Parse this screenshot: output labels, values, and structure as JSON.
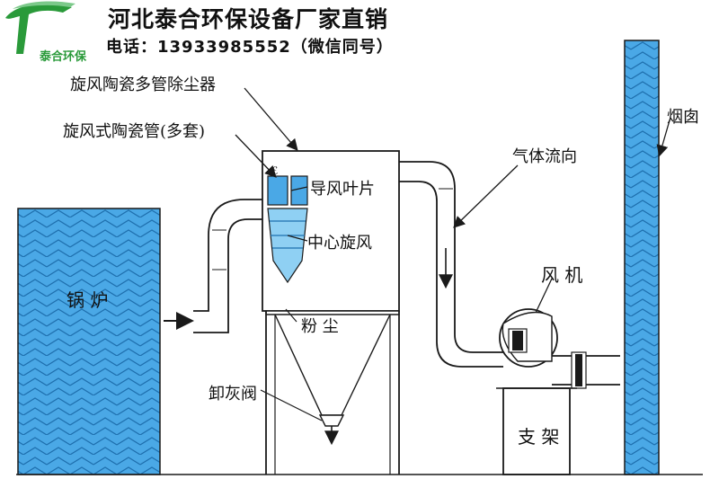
{
  "header": {
    "logo_text": "泰合环保",
    "company_title": "河北泰合环保设备厂家直销",
    "phone_line": "电话：13933985552（微信同号）"
  },
  "labels": {
    "multi_tube_collector": "旋风陶瓷多管除尘器",
    "ceramic_tubes": "旋风式陶瓷管(多套)",
    "guide_vane": "导风叶片",
    "center_cyclone": "中心旋风",
    "dust": "粉 尘",
    "ash_valve": "卸灰阀",
    "boiler": "锅 炉",
    "gas_flow": "气体流向",
    "fan": "风 机",
    "chimney": "烟囱",
    "stand": "支 架"
  },
  "colors": {
    "water_fill": "#4aa8e6",
    "line": "#1a1a1a",
    "logo_green": "#2a9a3a"
  }
}
